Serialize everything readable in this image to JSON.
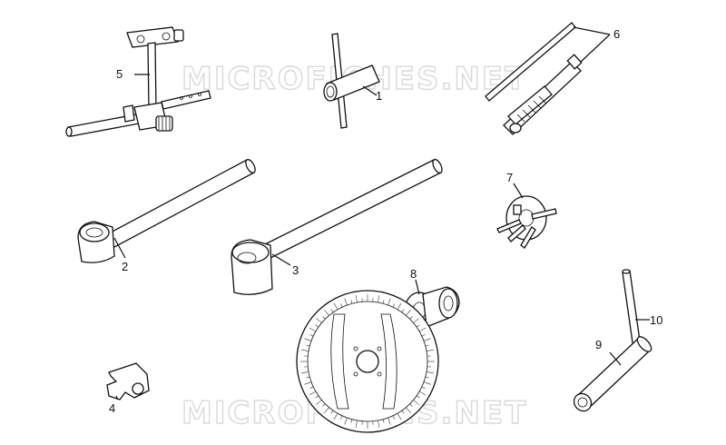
{
  "watermark": "MICROFICHES.NET",
  "callouts": {
    "c1": "1",
    "c2": "2",
    "c3": "3",
    "c4": "4",
    "c5": "5",
    "c6": "6",
    "c7": "7",
    "c8": "8",
    "c9": "9",
    "c10": "10"
  }
}
